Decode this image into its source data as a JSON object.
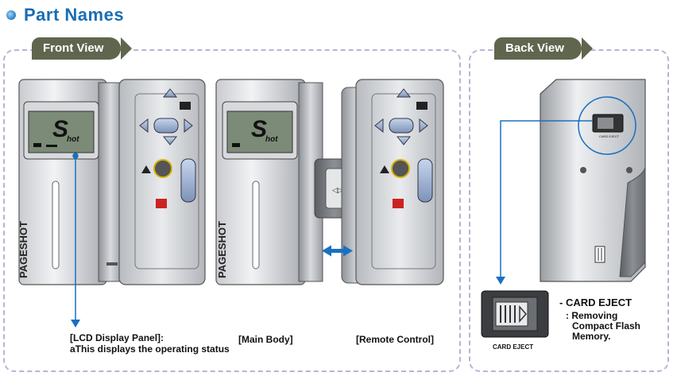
{
  "title": "Part Names",
  "front_view": {
    "tab_label": "Front View",
    "lcd_label": "[LCD Display Panel]:",
    "lcd_desc": "aThis displays the operating status",
    "main_body_label": "[Main Body]",
    "remote_label": "[Remote Control]",
    "brand_text": "PAGESHOT",
    "lcd_text": "Shot"
  },
  "back_view": {
    "tab_label": "Back View",
    "card_eject_title": "CARD EJECT",
    "card_eject_desc_1": ": Removing",
    "card_eject_desc_2": "Compact Flash",
    "card_eject_desc_3": "Memory.",
    "card_eject_caption": "CARD EJECT"
  },
  "colors": {
    "title": "#1a6db3",
    "tab": "#60664e",
    "arrow": "#1a70c0",
    "lcd": "#7c8a78"
  }
}
